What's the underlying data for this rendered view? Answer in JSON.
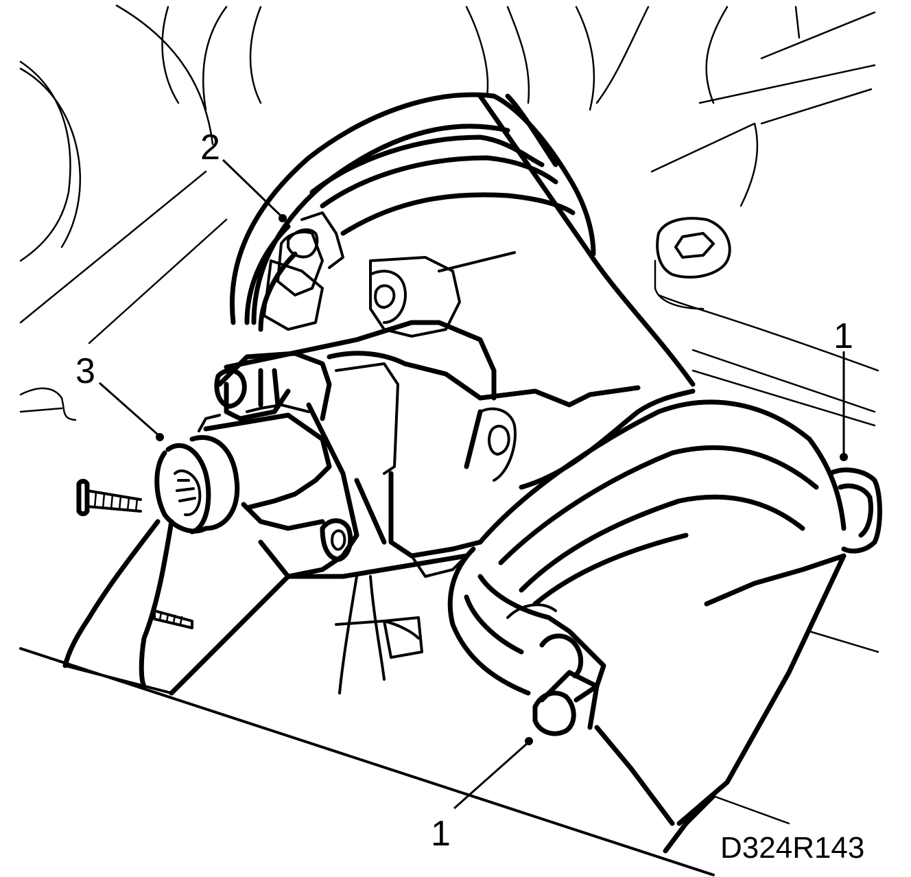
{
  "callouts": {
    "label_2": "2",
    "label_3": "3",
    "label_1_right": "1",
    "label_1_bottom": "1"
  },
  "reference_code": "D324R143",
  "colors": {
    "ink": "#000000",
    "paper": "#ffffff"
  }
}
